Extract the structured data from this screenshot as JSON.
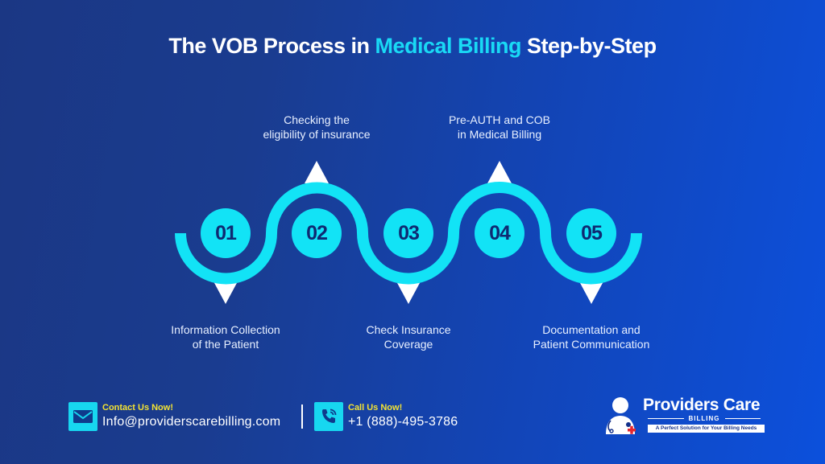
{
  "header": {
    "title_part1": "The VOB Process in ",
    "title_highlight": "Medical Billing",
    "title_part2": " Step-by-Step"
  },
  "colors": {
    "accent_cyan": "#12e3f6",
    "number_text": "#0f2a72",
    "background_left": "#1b3784",
    "background_right": "#0c50dc",
    "contact_heading": "#f2e233"
  },
  "steps": [
    {
      "number": "01",
      "label_line1": "Information Collection",
      "label_line2": "of the Patient",
      "position": "below"
    },
    {
      "number": "02",
      "label_line1": "Checking the",
      "label_line2": "eligibility of insurance",
      "position": "above"
    },
    {
      "number": "03",
      "label_line1": "Check Insurance",
      "label_line2": "Coverage",
      "position": "below"
    },
    {
      "number": "04",
      "label_line1": "Pre-AUTH and COB",
      "label_line2": "in Medical Billing",
      "position": "above"
    },
    {
      "number": "05",
      "label_line1": "Documentation and",
      "label_line2": "Patient Communication",
      "position": "below"
    }
  ],
  "footer": {
    "email": {
      "icon": "envelope-icon",
      "heading": "Contact Us Now!",
      "value": "Info@providerscarebilling.com"
    },
    "phone": {
      "icon": "phone-icon",
      "heading": "Call Us Now!",
      "value": "+1 (888)-495-3786"
    },
    "logo": {
      "icon": "doctor-icon",
      "name": "Providers Care",
      "sub": "BILLING",
      "tagline": "A Perfect Solution for Your Billing Needs"
    }
  }
}
